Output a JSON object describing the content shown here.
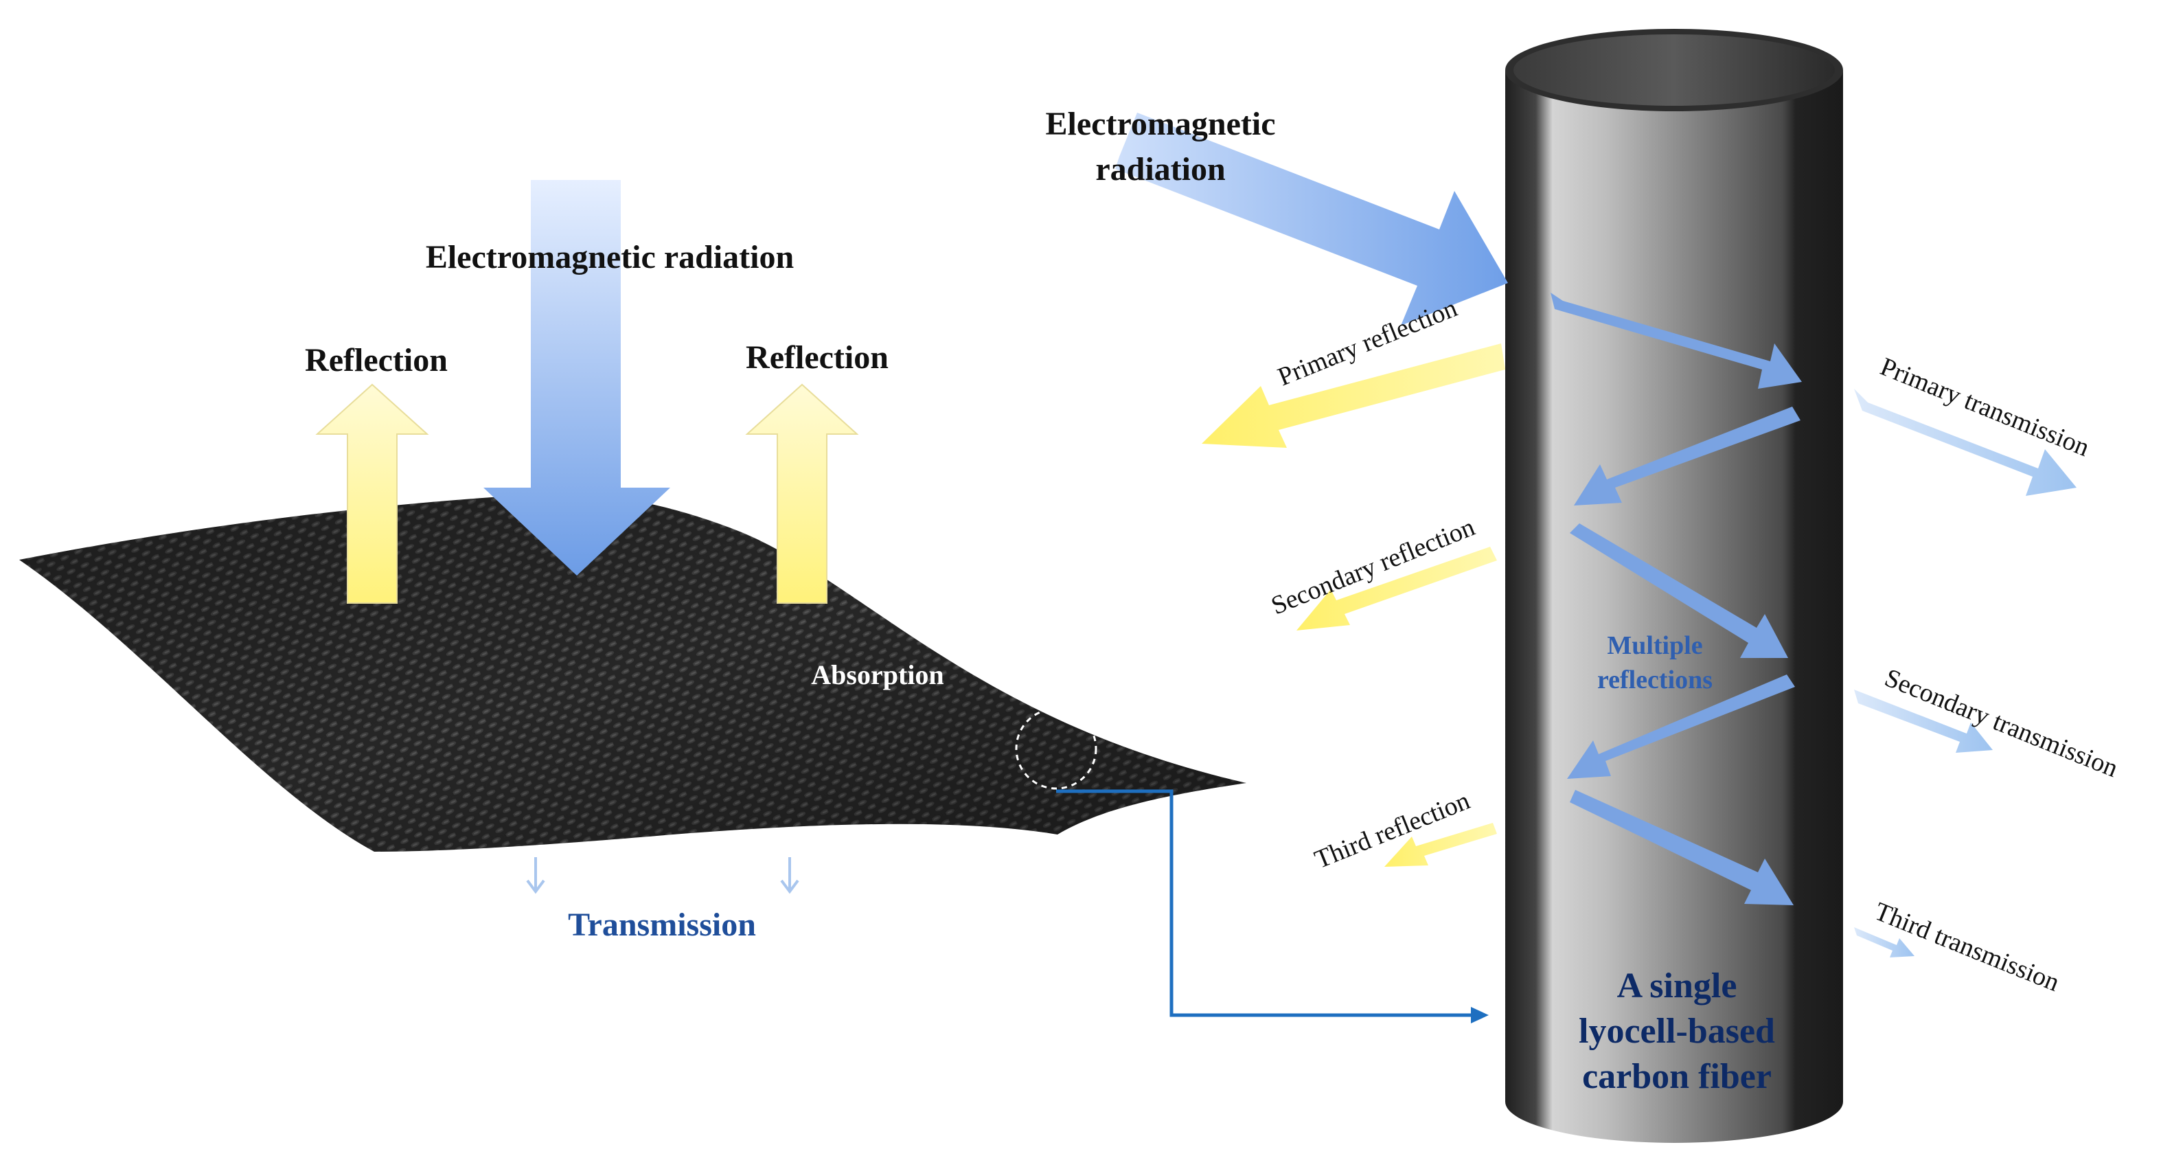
{
  "left_panel": {
    "incident_label": "Electromagnetic radiation",
    "reflection_left": "Reflection",
    "reflection_right": "Reflection",
    "absorption": "Absorption",
    "transmission": "Transmission"
  },
  "right_panel": {
    "incident_label_line1": "Electromagnetic",
    "incident_label_line2": "radiation",
    "reflections": [
      "Primary reflection",
      "Secondary reflection",
      "Third reflection"
    ],
    "transmissions": [
      "Primary transmission",
      "Secondary transmission",
      "Third transmission"
    ],
    "multiple_reflections_line1": "Multiple",
    "multiple_reflections_line2": "reflections",
    "fiber_label_line1": "A single",
    "fiber_label_line2": "lyocell-based",
    "fiber_label_line3": "carbon fiber"
  },
  "colors": {
    "incident_blue": "#7ea8e6",
    "reflection_yellow": "#fff28a",
    "transmission_blue": "#bcd6f4",
    "connector": "#1e6fc0",
    "fabric": "#262626",
    "fiber_dark": "#2b2b2b"
  }
}
